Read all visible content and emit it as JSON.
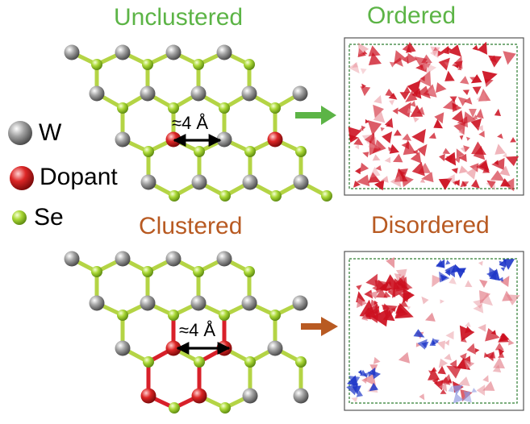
{
  "top": {
    "title": "Unclustered",
    "result": "Ordered",
    "distance_label": "≈4 Å"
  },
  "bottom": {
    "title": "Clustered",
    "result": "Disordered",
    "distance_label": "≈4 Å"
  },
  "legend": [
    {
      "label": "W",
      "color": "#8a8a8a"
    },
    {
      "label": "Dopant",
      "color": "#d8202a"
    },
    {
      "label": "Se",
      "color": "#a6d332"
    }
  ],
  "colors": {
    "unclustered": "#5cb446",
    "clustered": "#b85a22",
    "bond": "#b4d445",
    "dopant_bond": "#d8202a",
    "ordered_blob": "#cc0f1f",
    "disordered_blue": "#1e36c8"
  }
}
